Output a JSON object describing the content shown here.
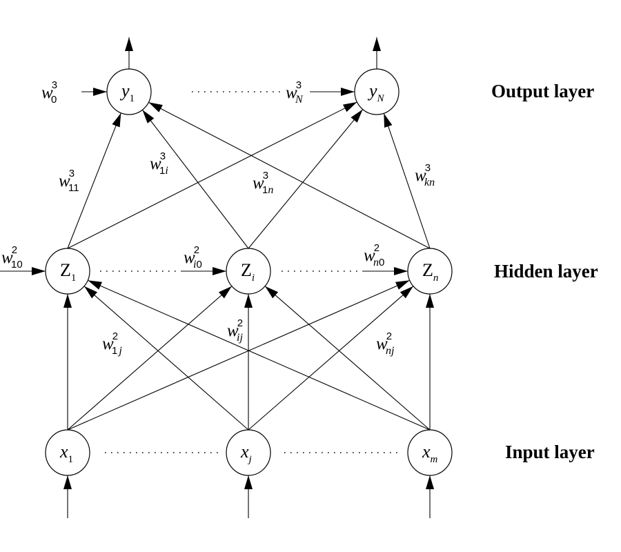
{
  "diagram": {
    "title": "Three-layer feed-forward neural network",
    "layers": {
      "output": {
        "label": "Output layer"
      },
      "hidden": {
        "label": "Hidden layer"
      },
      "input": {
        "label": "Input layer"
      }
    },
    "nodes": {
      "output": [
        {
          "id": "y1",
          "symbol": "y",
          "sub": "1",
          "sub_italic": false
        },
        {
          "id": "yN",
          "symbol": "y",
          "sub": "N",
          "sub_italic": true
        }
      ],
      "hidden": [
        {
          "id": "Z1",
          "symbol": "Z",
          "sub": "1",
          "sub_italic": false
        },
        {
          "id": "Zi",
          "symbol": "Z",
          "sub": "i",
          "sub_italic": true
        },
        {
          "id": "Zn",
          "symbol": "Z",
          "sub": "n",
          "sub_italic": true
        }
      ],
      "input": [
        {
          "id": "x1",
          "symbol": "x",
          "sub": "1",
          "sub_italic": false
        },
        {
          "id": "xj",
          "symbol": "x",
          "sub": "j",
          "sub_italic": true
        },
        {
          "id": "xm",
          "symbol": "x",
          "sub": "m",
          "sub_italic": true
        }
      ]
    },
    "weights": {
      "w0_3": {
        "main": "w",
        "sup": "3",
        "sub": "0",
        "sub_italic": false
      },
      "wN_3": {
        "main": "w",
        "sup": "3",
        "sub": "N",
        "sub_italic": true
      },
      "w11_3": {
        "main": "w",
        "sup": "3",
        "sub": "11",
        "sub_italic": false
      },
      "w1i_3": {
        "main": "w",
        "sup": "3",
        "sub_a": "1",
        "sub_b": "i"
      },
      "w1n_3": {
        "main": "w",
        "sup": "3",
        "sub_a": "1",
        "sub_b": "n"
      },
      "wkn_3": {
        "main": "w",
        "sup": "3",
        "sub": "kn",
        "sub_italic": true
      },
      "w10_2": {
        "main": "w",
        "sup": "2",
        "sub": "10",
        "sub_italic": false
      },
      "wi0_2": {
        "main": "w",
        "sup": "2",
        "sub_a": "i",
        "sub_b": "0"
      },
      "wn0_2": {
        "main": "w",
        "sup": "2",
        "sub_a": "n",
        "sub_b": "0"
      },
      "w1j_2": {
        "main": "w",
        "sup": "2",
        "sub_a": "1",
        "sub_b": "j"
      },
      "wij_2": {
        "main": "w",
        "sup": "2",
        "sub": "ij",
        "sub_italic": true
      },
      "wnj_2": {
        "main": "w",
        "sup": "2",
        "sub": "nj",
        "sub_italic": true
      }
    },
    "connections": {
      "hidden_to_output": [
        [
          "Z1",
          "y1"
        ],
        [
          "Z1",
          "yN"
        ],
        [
          "Zi",
          "y1"
        ],
        [
          "Zi",
          "yN"
        ],
        [
          "Zn",
          "y1"
        ],
        [
          "Zn",
          "yN"
        ]
      ],
      "input_to_hidden": [
        [
          "x1",
          "Z1"
        ],
        [
          "x1",
          "Zi"
        ],
        [
          "x1",
          "Zn"
        ],
        [
          "xj",
          "Z1"
        ],
        [
          "xj",
          "Zi"
        ],
        [
          "xj",
          "Zn"
        ],
        [
          "xm",
          "Z1"
        ],
        [
          "xm",
          "Zi"
        ],
        [
          "xm",
          "Zn"
        ]
      ]
    }
  }
}
